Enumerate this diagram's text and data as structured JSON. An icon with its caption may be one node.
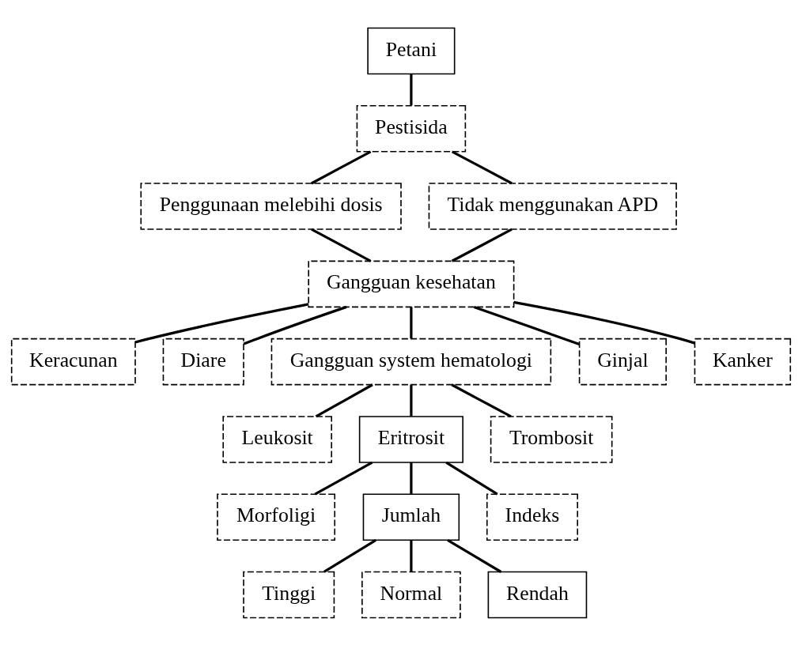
{
  "diagram": {
    "nodes": [
      {
        "text": [
          "Petani"
        ]
      },
      {
        "text": [
          "Pestisida"
        ]
      },
      {
        "text": [
          "Penggunaan melebihi dosis"
        ]
      },
      {
        "text": [
          "Tidak menggunakan APD"
        ]
      },
      {
        "text": [
          "Gangguan kesehatan"
        ]
      },
      {
        "text": [
          "Keracunan"
        ]
      },
      {
        "text": [
          "Diare"
        ]
      },
      {
        "text": [
          "Gangguan system hematologi"
        ]
      },
      {
        "text": [
          "Ginjal"
        ]
      },
      {
        "text": [
          "Kanker"
        ]
      },
      {
        "text": [
          "Leukosit"
        ]
      },
      {
        "text": [
          "Eritrosit"
        ]
      },
      {
        "text": [
          "Trombosit"
        ]
      },
      {
        "text": [
          "Morfoligi"
        ]
      },
      {
        "text": [
          "Jumlah"
        ]
      },
      {
        "text": [
          "Indeks"
        ]
      },
      {
        "text": [
          "Tinggi"
        ]
      },
      {
        "text": [
          "Normal"
        ]
      },
      {
        "text": [
          "Rendah"
        ]
      }
    ],
    "edges": [
      {
        "from": 0,
        "to": 1,
        "arrow": "none"
      },
      {
        "from": 1,
        "to": 2,
        "arrow": "none"
      },
      {
        "from": 1,
        "to": 3,
        "arrow": "none"
      },
      {
        "from": 2,
        "to": 4,
        "arrow": "none"
      },
      {
        "from": 3,
        "to": 4,
        "arrow": "none"
      },
      {
        "from": 4,
        "to": 5,
        "arrow": "none"
      },
      {
        "from": 4,
        "to": 6,
        "arrow": "none"
      },
      {
        "from": 4,
        "to": 7,
        "arrow": "none"
      },
      {
        "from": 4,
        "to": 8,
        "arrow": "none"
      },
      {
        "from": 4,
        "to": 9,
        "arrow": "none"
      },
      {
        "from": 7,
        "to": 10,
        "arrow": "none"
      },
      {
        "from": 7,
        "to": 11,
        "arrow": "none"
      },
      {
        "from": 7,
        "to": 12,
        "arrow": "none"
      },
      {
        "from": 11,
        "to": 13,
        "arrow": "none"
      },
      {
        "from": 11,
        "to": 14,
        "arrow": "none"
      },
      {
        "from": 11,
        "to": 15,
        "arrow": "none"
      },
      {
        "from": 14,
        "to": 16,
        "arrow": "none"
      },
      {
        "from": 14,
        "to": 17,
        "arrow": "none"
      },
      {
        "from": 14,
        "to": 18,
        "arrow": "none"
      }
    ]
  }
}
